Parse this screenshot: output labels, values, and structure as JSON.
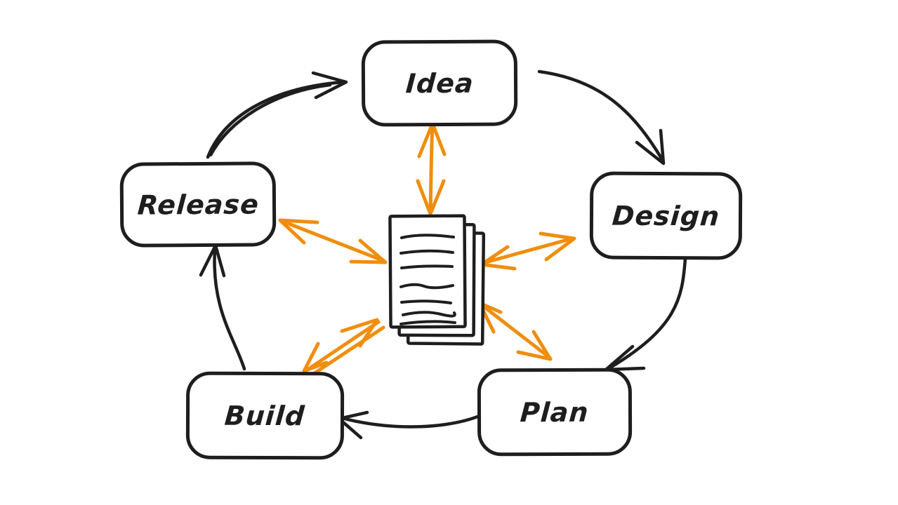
{
  "diagram": {
    "background": "#ffffff",
    "stroke_color": "#1e1e1e",
    "accent_color": "#ef8e0e",
    "nodes": {
      "idea": {
        "label": "Idea"
      },
      "design": {
        "label": "Design"
      },
      "plan": {
        "label": "Plan"
      },
      "build": {
        "label": "Build"
      },
      "release": {
        "label": "Release"
      }
    },
    "center": {
      "icon": "document-stack-icon"
    },
    "edges": {
      "cycle": [
        {
          "from": "release",
          "to": "idea"
        },
        {
          "from": "idea",
          "to": "design"
        },
        {
          "from": "design",
          "to": "plan"
        },
        {
          "from": "plan",
          "to": "build"
        },
        {
          "from": "build",
          "to": "release"
        }
      ],
      "document_links": [
        {
          "a": "documents",
          "b": "idea",
          "bidirectional": true
        },
        {
          "a": "documents",
          "b": "design",
          "bidirectional": true
        },
        {
          "a": "documents",
          "b": "plan",
          "bidirectional": true
        },
        {
          "a": "documents",
          "b": "build",
          "bidirectional": true
        },
        {
          "a": "documents",
          "b": "release",
          "bidirectional": true
        }
      ]
    }
  }
}
